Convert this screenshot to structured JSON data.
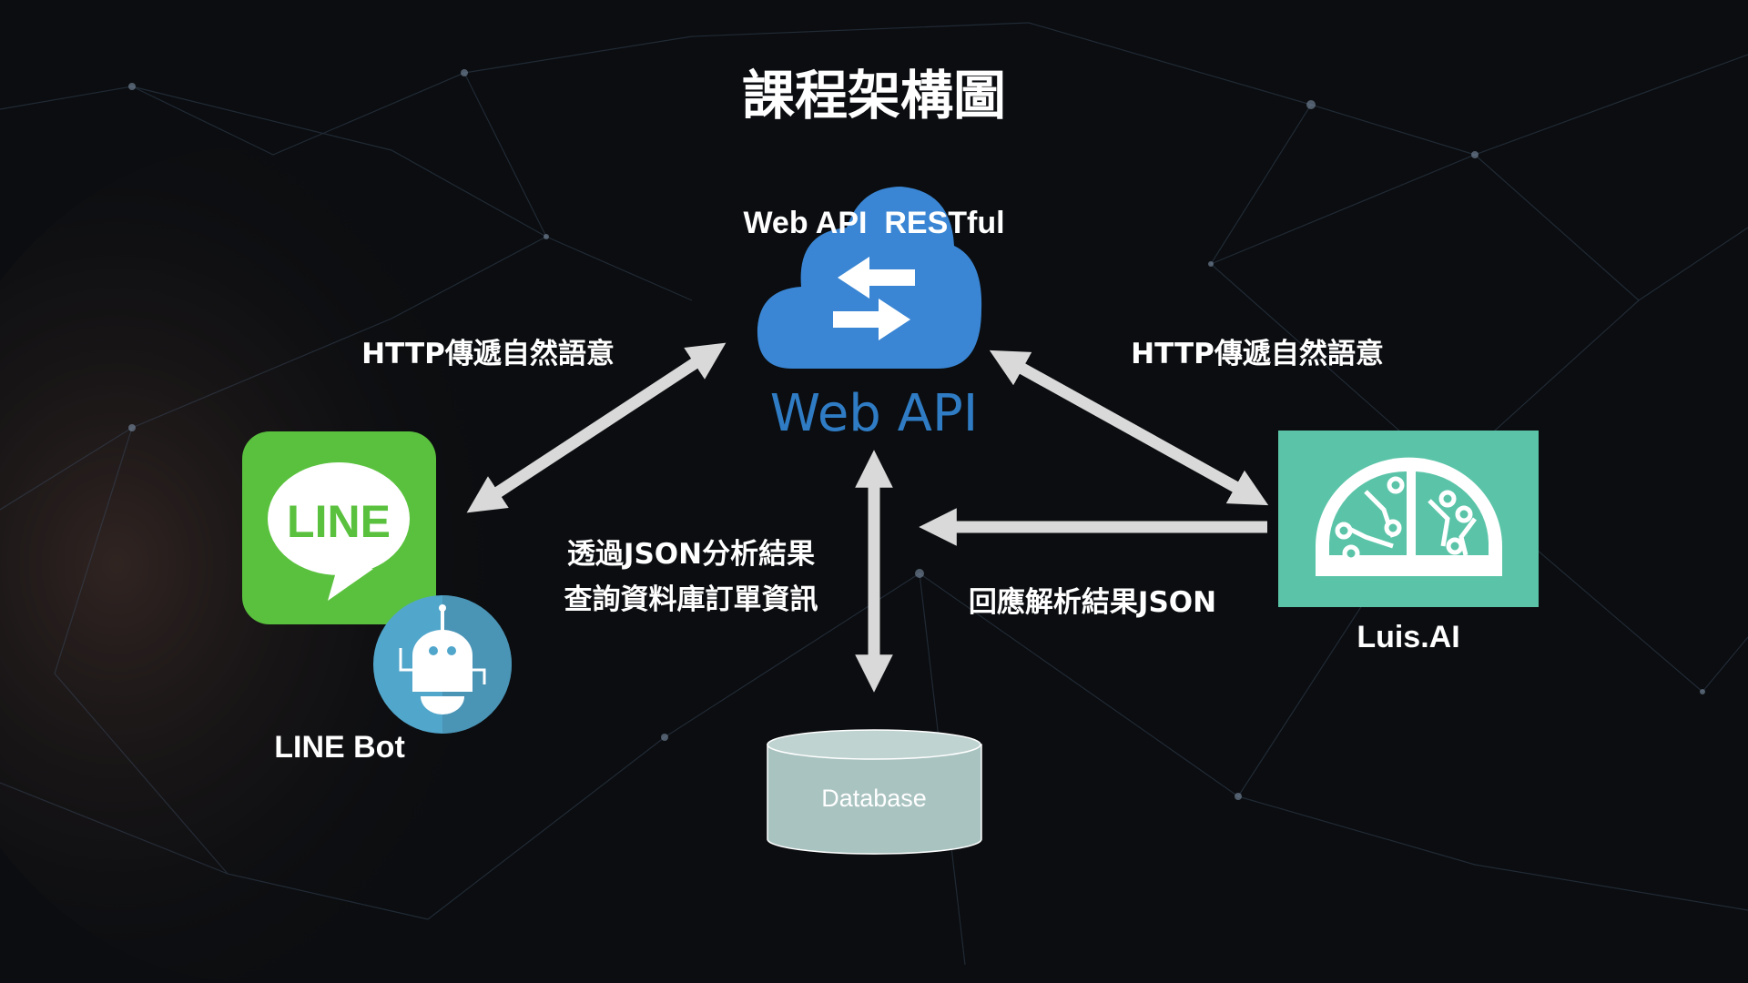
{
  "title": "課程架構圖",
  "web_api": {
    "subtitle": "Web API  RESTful",
    "logo_text": "Web API",
    "icon": "cloud-exchange-icon",
    "color": "#3a86d4"
  },
  "edges": {
    "linebot_webapi": "HTTP傳遞自然語意",
    "luis_webapi": "HTTP傳遞自然語意",
    "webapi_database": [
      "透過JSON分析結果",
      "查詢資料庫訂單資訊"
    ],
    "luis_response": "回應解析結果JSON"
  },
  "line_bot": {
    "label": "LINE Bot",
    "logo_text": "LINE",
    "brand_color": "#5ac13e",
    "bot_color": "#51a6cb"
  },
  "luis": {
    "label": "Luis.AI",
    "brand_color": "#5bc4a8"
  },
  "database": {
    "label": "Database",
    "color": "#a9c3c0"
  }
}
